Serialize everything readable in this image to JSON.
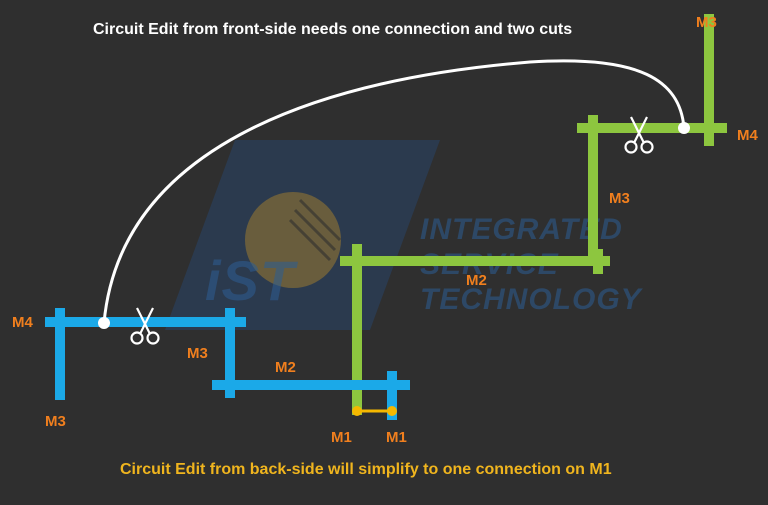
{
  "diagram": {
    "title": "Circuit Edit from front-side needs one connection and two cuts",
    "caption": "Circuit Edit from back-side will simplify to one connection on M1",
    "labels": {
      "green_m3_top": "M3",
      "green_m4": "M4",
      "green_m3_mid": "M3",
      "green_m2": "M2",
      "blue_m4": "M4",
      "blue_m3_left": "M3",
      "blue_m3_mid": "M3",
      "blue_m2": "M2",
      "m1_left": "M1",
      "m1_right": "M1"
    },
    "watermark": {
      "logo": "iST",
      "line1": "INTEGRATED",
      "line2": "SERVICE",
      "line3": "TECHNOLOGY"
    },
    "colors": {
      "background": "#2f2f2f",
      "green_trace": "#8dc63f",
      "blue_trace": "#1ba9e8",
      "connection": "#f5b800",
      "label": "#f07f1e",
      "caption": "#f0b51e",
      "title": "#ffffff"
    },
    "icons": [
      "scissors-icon",
      "scissors-icon"
    ]
  }
}
